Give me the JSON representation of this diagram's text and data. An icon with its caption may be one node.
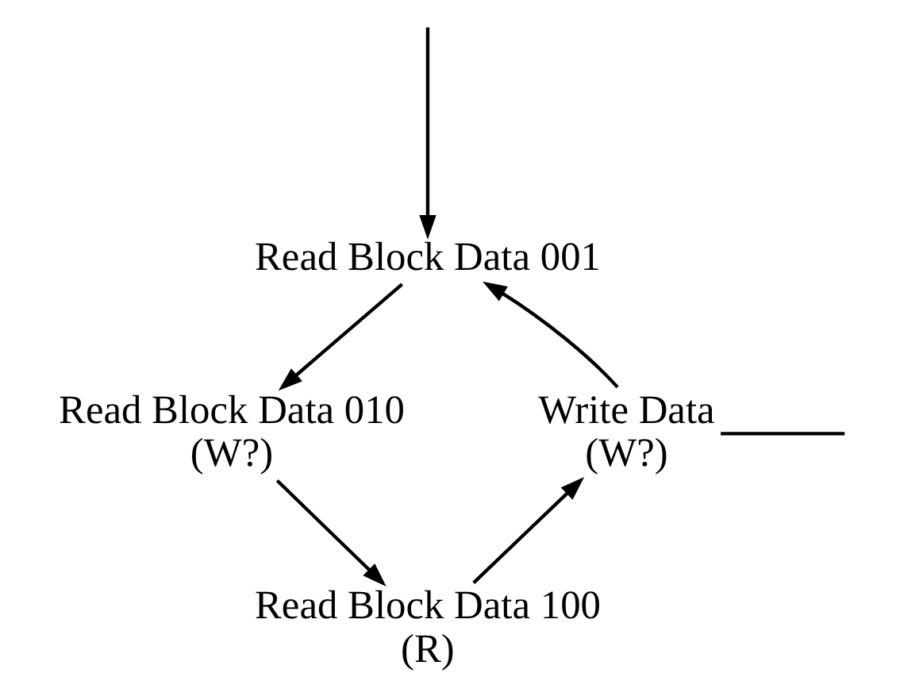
{
  "diagram": {
    "nodes": [
      {
        "text": [
          "Read Block Data 001"
        ]
      },
      {
        "text": [
          "Read Block Data 010",
          "(W?)"
        ]
      },
      {
        "text": [
          "Write Data",
          "(W?)"
        ]
      },
      {
        "text": [
          "Read Block Data 100",
          "(R)"
        ]
      }
    ],
    "edges": [
      {
        "from": null,
        "to": 0,
        "arrow": "to"
      },
      {
        "from": 0,
        "to": 1,
        "arrow": "to"
      },
      {
        "from": 1,
        "to": 3,
        "arrow": "to"
      },
      {
        "from": 3,
        "to": 2,
        "arrow": "to"
      },
      {
        "from": 2,
        "to": 0,
        "arrow": "to"
      },
      {
        "from": 2,
        "to": null,
        "arrow": "none"
      }
    ]
  }
}
